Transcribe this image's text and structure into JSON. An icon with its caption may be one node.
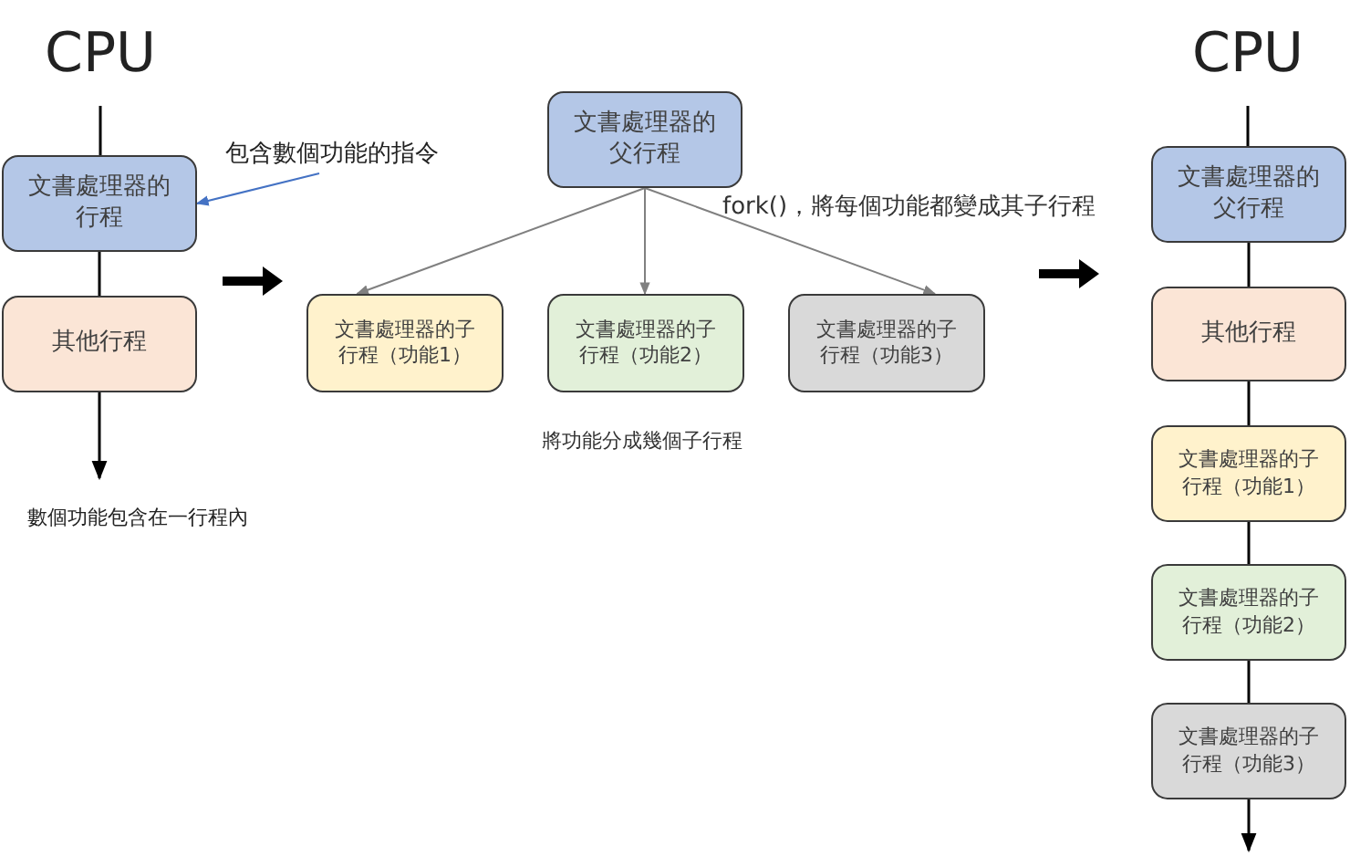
{
  "diagram": {
    "nodes": [
      {
        "text": [
          "CPU"
        ]
      },
      {
        "text": [
          "文書處理器的行程"
        ]
      },
      {
        "text": [
          "其他行程"
        ]
      },
      {
        "text": [
          "包含數個功能的指令"
        ]
      },
      {
        "text": [
          "文書處理器的父行程"
        ]
      },
      {
        "text": [
          "文書處理器的子行程（功能1）"
        ]
      },
      {
        "text": [
          "文書處理器的子行程（功能2）"
        ]
      },
      {
        "text": [
          "文書處理器的子行程（功能3）"
        ]
      },
      {
        "text": [
          "CPU"
        ]
      },
      {
        "text": [
          "文書處理器的父行程"
        ]
      },
      {
        "text": [
          "其他行程"
        ]
      },
      {
        "text": [
          "文書處理器的子行程（功能1）"
        ]
      },
      {
        "text": [
          "文書處理器的子行程（功能2）"
        ]
      },
      {
        "text": [
          "文書處理器的子行程（功能3）"
        ]
      },
      {
        "text": [
          "數個功能包含在一行程內"
        ]
      }
    ],
    "edges": [
      {
        "from": 0,
        "to": 1,
        "arrow": "none"
      },
      {
        "from": 1,
        "to": 2,
        "arrow": "none"
      },
      {
        "from": 2,
        "to": 14,
        "arrow": "to"
      },
      {
        "from": 2,
        "to": 5,
        "arrow": "to",
        "style": "thick"
      },
      {
        "from": 7,
        "to": 10,
        "arrow": "to",
        "style": "thick"
      },
      {
        "from": 3,
        "to": 1,
        "arrow": "to",
        "color": "#4472c4"
      },
      {
        "from": 4,
        "to": 5,
        "arrow": "to",
        "color": "#808080"
      },
      {
        "from": 4,
        "to": 6,
        "arrow": "to",
        "color": "#808080"
      },
      {
        "from": 4,
        "to": 7,
        "arrow": "to",
        "color": "#808080"
      },
      {
        "from": 8,
        "to": 9,
        "arrow": "none"
      },
      {
        "from": 9,
        "to": 10,
        "arrow": "none"
      },
      {
        "from": 10,
        "to": 11,
        "arrow": "none"
      },
      {
        "from": 11,
        "to": 12,
        "arrow": "none"
      },
      {
        "from": 12,
        "to": 13,
        "arrow": "none"
      },
      {
        "from": 13,
        "to": null,
        "arrow": "to"
      }
    ],
    "labels": [
      "fork()，將每個功能都變成其子行程",
      "將功能分成幾個子行程"
    ]
  }
}
